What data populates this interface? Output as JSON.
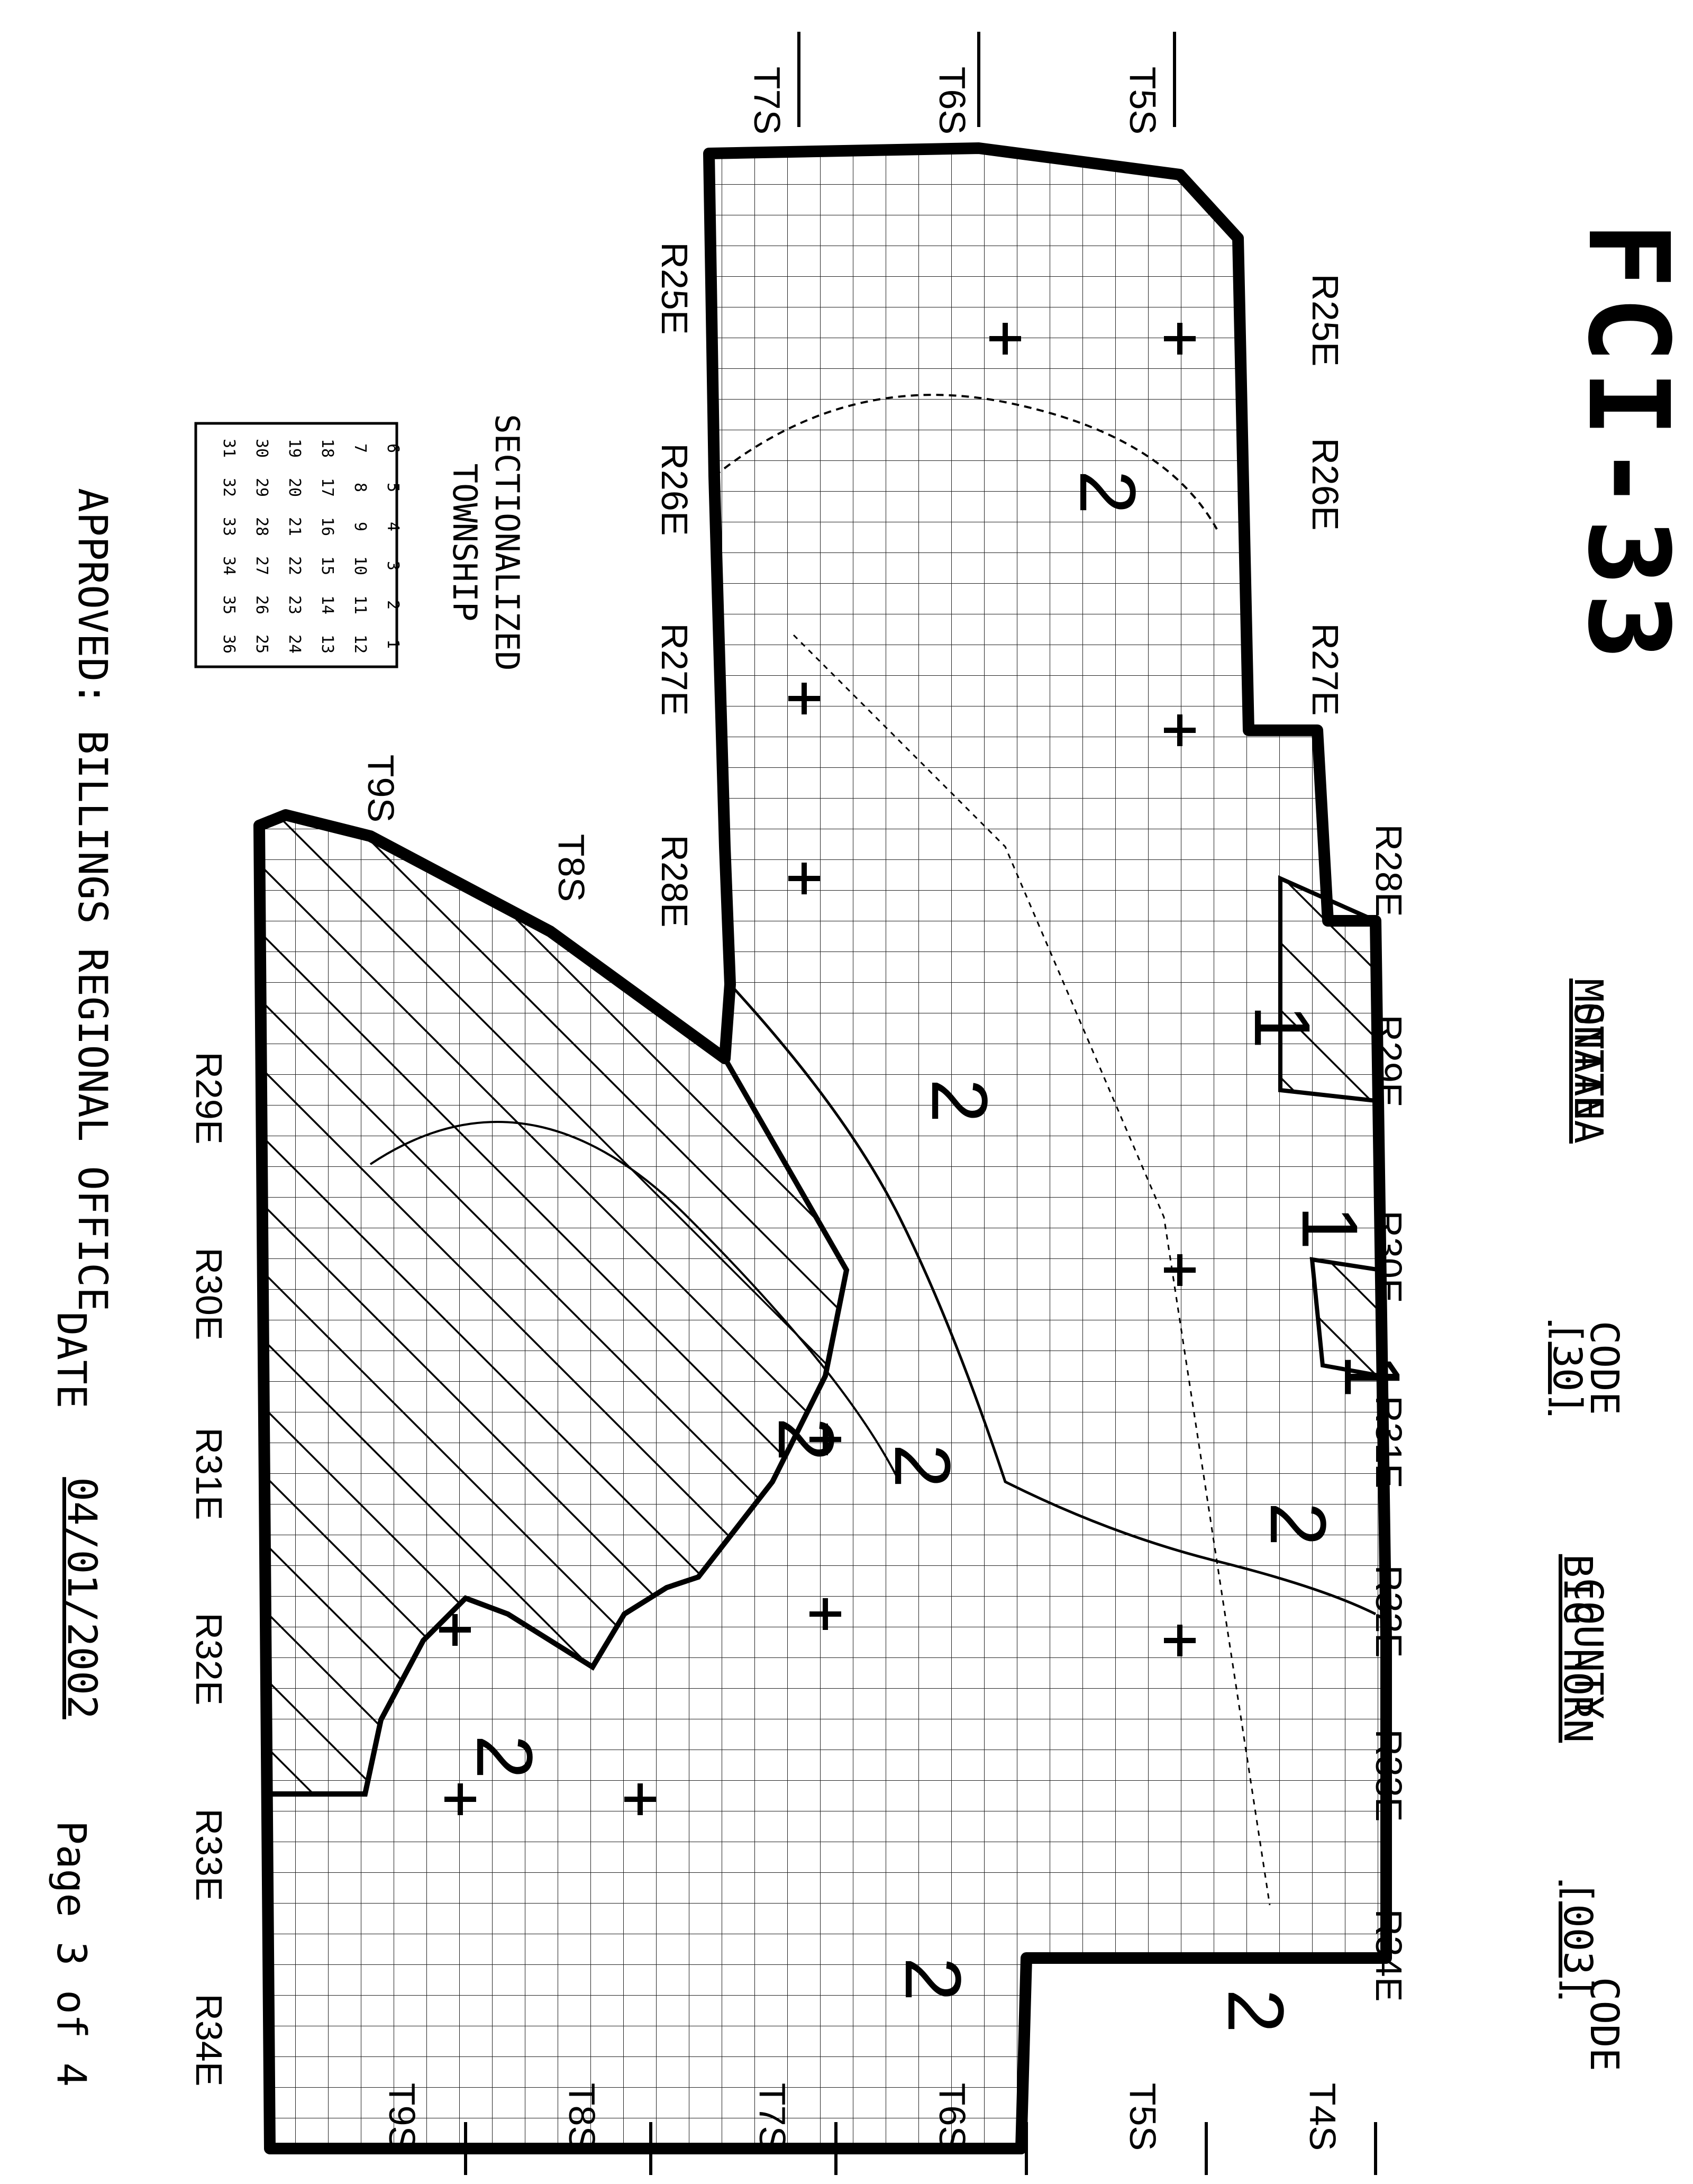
{
  "title": "FCI-33",
  "state": {
    "name": "MONTANA",
    "label": "STATE",
    "code": "[30]",
    "code_label": "CODE"
  },
  "county": {
    "name": "BIG HORN",
    "label": "COUNTY",
    "code": "[003]",
    "code_label": "CODE"
  },
  "approval": "APPROVED: BILLINGS REGIONAL OFFICE",
  "date_label": "DATE",
  "date_value": "04/01/2002",
  "page": "Page 3 of 4",
  "legend": {
    "title_line1": "SECTIONALIZED",
    "title_line2": "TOWNSHIP",
    "rows": [
      [
        "6",
        "5",
        "4",
        "3",
        "2",
        "1"
      ],
      [
        "7",
        "8",
        "9",
        "10",
        "11",
        "12"
      ],
      [
        "18",
        "17",
        "16",
        "15",
        "14",
        "13"
      ],
      [
        "19",
        "20",
        "21",
        "22",
        "23",
        "24"
      ],
      [
        "30",
        "29",
        "28",
        "27",
        "26",
        "25"
      ],
      [
        "31",
        "32",
        "33",
        "34",
        "35",
        "36"
      ]
    ]
  },
  "ranges_top": [
    "R25E",
    "R26E",
    "R27E",
    "R28E",
    "R29E",
    "R30E",
    "R31E",
    "R32E",
    "R33E",
    "R34E"
  ],
  "ranges_bottom": [
    "R25E",
    "R26E",
    "R27E",
    "R28E",
    "R29E",
    "R30E",
    "R31E",
    "R32E",
    "R33E",
    "R34E"
  ],
  "townships_left": [
    "T7S",
    "T6S",
    "T5S"
  ],
  "townships_right": [
    "T9S",
    "T8S",
    "T7S",
    "T6S",
    "T5S",
    "T4S"
  ],
  "townships_mid": [
    "T9S",
    "T8S"
  ],
  "zone_labels": [
    "2",
    "1",
    "2",
    "1",
    "1",
    "2",
    "2",
    "2",
    "2",
    "2",
    "2"
  ]
}
